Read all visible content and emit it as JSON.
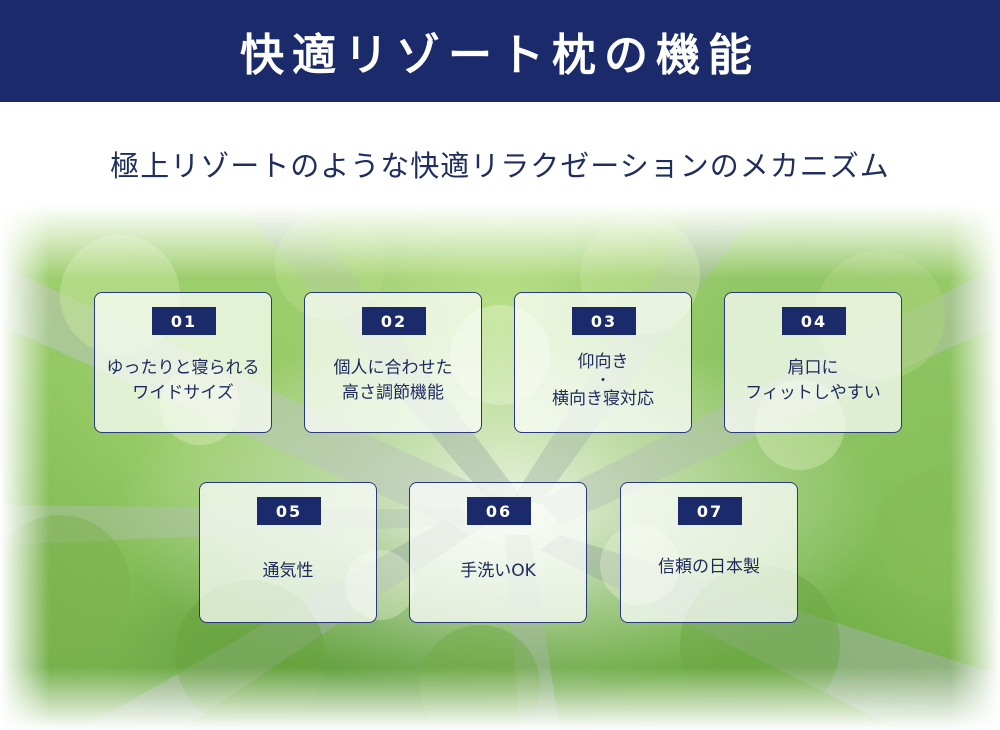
{
  "header": {
    "title": "快適リゾート枕の機能"
  },
  "subtitle": "極上リゾートのような快適リラクゼーションのメカニズム",
  "colors": {
    "navy": "#1b2a6b",
    "text": "#1c2a5a",
    "leaf_light": "#a9d47a",
    "leaf_dark": "#5f9c3c"
  },
  "features": [
    {
      "number": "01",
      "lines": [
        "ゆったりと寝られる",
        "ワイドサイズ"
      ]
    },
    {
      "number": "02",
      "lines": [
        "個人に合わせた",
        "高さ調節機能"
      ]
    },
    {
      "number": "03",
      "lines": [
        "仰向き",
        "・",
        "横向き寝対応"
      ]
    },
    {
      "number": "04",
      "lines": [
        "肩口に",
        "フィットしやすい"
      ]
    },
    {
      "number": "05",
      "lines": [
        "通気性"
      ]
    },
    {
      "number": "06",
      "lines": [
        "手洗いOK"
      ]
    },
    {
      "number": "07",
      "lines": [
        "信頼の日本製"
      ]
    }
  ]
}
